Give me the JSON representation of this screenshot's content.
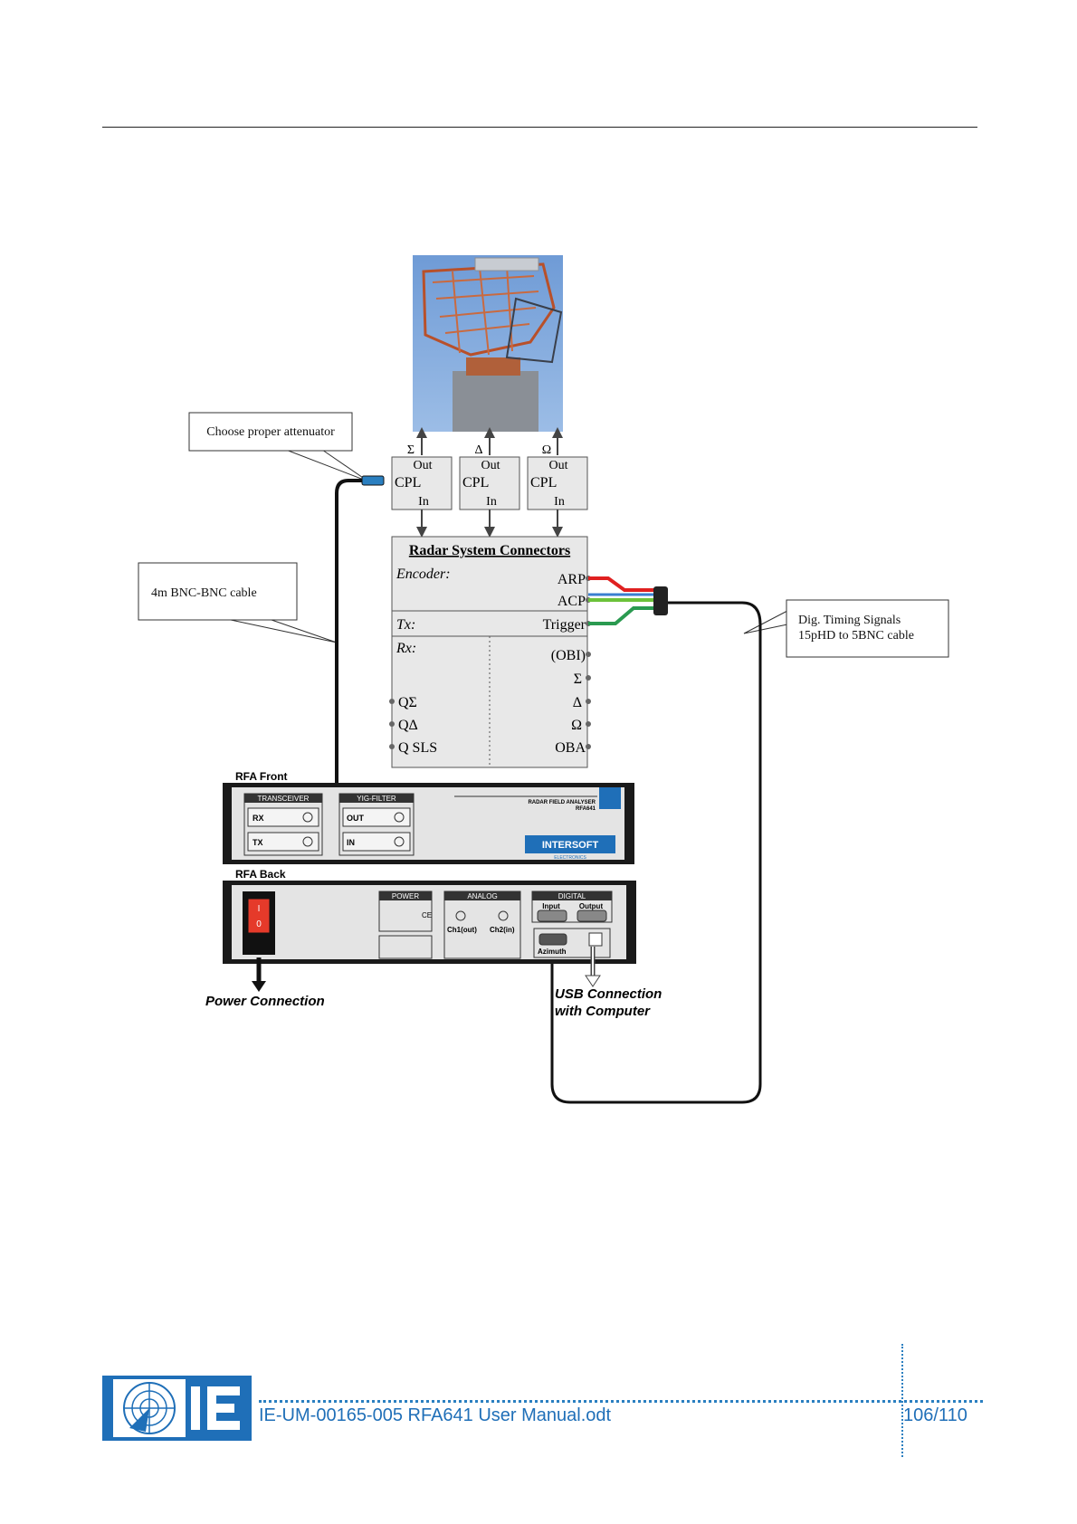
{
  "callouts": {
    "attenuator": "Choose proper attenuator",
    "cable": "4m BNC-BNC cable",
    "timing_line1": "Dig. Timing Signals",
    "timing_line2": "15pHD to 5BNC cable"
  },
  "couplers": [
    {
      "symbol": "Σ",
      "out": "Out",
      "cpl": "CPL",
      "in": "In"
    },
    {
      "symbol": "Δ",
      "out": "Out",
      "cpl": "CPL",
      "in": "In"
    },
    {
      "symbol": "Ω",
      "out": "Out",
      "cpl": "CPL",
      "in": "In"
    }
  ],
  "connectors": {
    "title": "Radar System Connectors",
    "encoder": "Encoder:",
    "arp": "ARP",
    "acp": "ACP",
    "tx": "Tx:",
    "trigger": "Trigger",
    "rx": "Rx:",
    "obi": "(OBI)",
    "sigma": "Σ",
    "delta": "Δ",
    "omega": "Ω",
    "oba": "OBA",
    "qsigma": "QΣ",
    "qdelta": "QΔ",
    "qsls": "Q SLS"
  },
  "rfa_front": {
    "label": "RFA Front",
    "transceiver": "TRANSCEIVER",
    "rx": "RX",
    "tx": "TX",
    "yig": "YIG-FILTER",
    "out": "OUT",
    "in": "IN",
    "analyser": "RADAR FIELD ANALYSER",
    "model": "RFA641",
    "brand": "INTERSOFT",
    "brand_sub": "ELECTRONICS"
  },
  "rfa_back": {
    "label": "RFA Back",
    "switch_on": "I",
    "switch_off": "0",
    "power": "POWER",
    "ce": "CE",
    "analog": "ANALOG",
    "ch1": "Ch1(out)",
    "ch2": "Ch2(in)",
    "digital": "DIGITAL",
    "input": "Input",
    "output": "Output",
    "azimuth": "Azimuth"
  },
  "connections": {
    "power": "Power Connection",
    "usb_line1": "USB Connection",
    "usb_line2": "with Computer"
  },
  "footer": {
    "document": "IE-UM-00165-005 RFA641 User Manual.odt",
    "page": "106/110"
  },
  "colors": {
    "accent_blue": "#1f6fb8",
    "arp_wire": "#e02020",
    "acp_wire": "#6cc23a",
    "trigger_wire": "#2a9a50",
    "cable": "#111111"
  }
}
